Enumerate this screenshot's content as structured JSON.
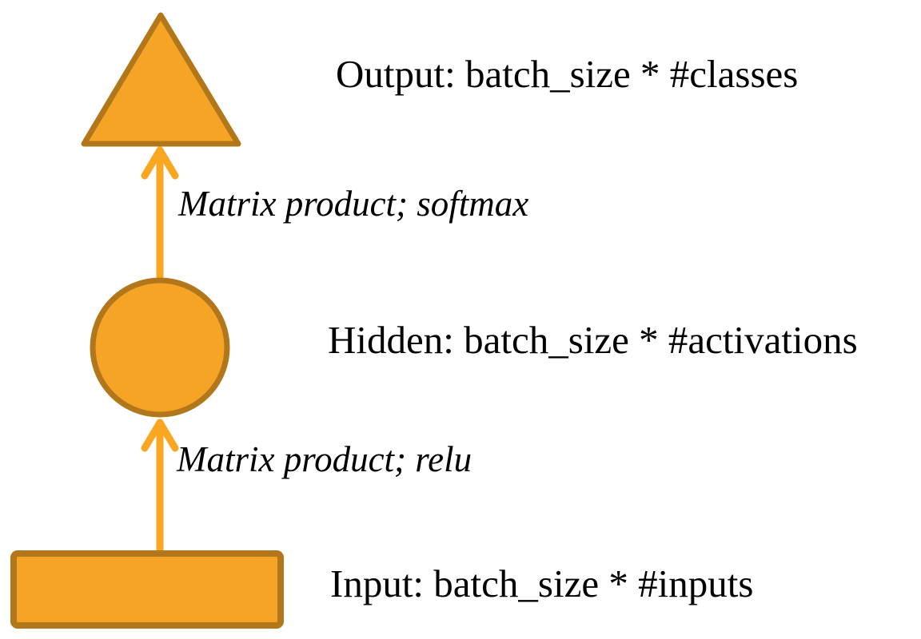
{
  "colors": {
    "background": "#ffffff",
    "node_fill": "#F5A425",
    "node_stroke": "#B1771A",
    "arrow": "#F9A620",
    "text": "#000000"
  },
  "diagram": {
    "nodes": [
      {
        "id": "output",
        "shape": "triangle",
        "label": "Output: batch_size * #classes"
      },
      {
        "id": "hidden",
        "shape": "circle",
        "label": "Hidden: batch_size * #activations"
      },
      {
        "id": "input",
        "shape": "rectangle",
        "label": "Input: batch_size * #inputs"
      }
    ],
    "edges": [
      {
        "from": "hidden",
        "to": "output",
        "label": "Matrix product; softmax"
      },
      {
        "from": "input",
        "to": "hidden",
        "label": "Matrix product; relu"
      }
    ]
  }
}
